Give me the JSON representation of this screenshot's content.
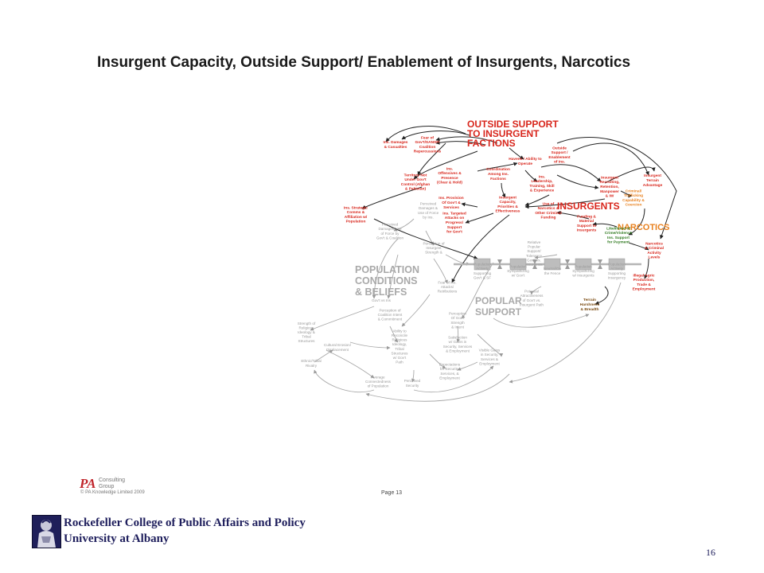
{
  "slide": {
    "title": "Insurgent Capacity, Outside Support/ Enablement of Insurgents, Narcotics",
    "number": "16"
  },
  "diagram": {
    "headers": {
      "outside_support": [
        "OUTSIDE SUPPORT",
        "TO INSURGENT",
        "FACTIONS"
      ],
      "insurgents": "INSURGENTS",
      "narcotics": "NARCOTICS",
      "population": [
        "POPULATION",
        "CONDITIONS",
        "& BELIEFS"
      ],
      "popular_support": [
        "POPULAR",
        "SUPPORT"
      ]
    },
    "red_nodes": [
      {
        "id": "ins_damages",
        "lines": [
          "Ins. Damages",
          "& Casualties"
        ]
      },
      {
        "id": "fear_govt",
        "lines": [
          "Fear of",
          "Gov't/SANSF/",
          "Coalition",
          "Repercussions"
        ]
      },
      {
        "id": "territory",
        "lines": [
          "Territory Not",
          "Under Gov't",
          "Control (Afghan",
          "& Pakistan)"
        ]
      },
      {
        "id": "offensives",
        "lines": [
          "Ins.",
          "Offensives &",
          "Presence",
          "(Clear & Hold)"
        ]
      },
      {
        "id": "havens",
        "lines": [
          "Havens / Ability to",
          "Operate"
        ]
      },
      {
        "id": "outside_enablement",
        "lines": [
          "Outside",
          "Support /",
          "Enablement",
          "of Ins."
        ]
      },
      {
        "id": "coordination",
        "lines": [
          "Coordination",
          "Among Ins.",
          "Factions"
        ]
      },
      {
        "id": "leadership",
        "lines": [
          "Ins.",
          "Leadership,",
          "Training, Skill",
          "& Experience"
        ]
      },
      {
        "id": "recruiting",
        "lines": [
          "Insurgent",
          "Recruiting,",
          "Retention,",
          "Manpower",
          "& IW"
        ]
      },
      {
        "id": "terrain_adv",
        "lines": [
          "Insurgent",
          "Terrain",
          "Advantage"
        ]
      },
      {
        "id": "strategic_comm",
        "lines": [
          "Ins. Strategic",
          "Comms &",
          "Affiliation w/",
          "Population"
        ]
      },
      {
        "id": "provision",
        "lines": [
          "Ins. Provision",
          "Of Gov't &",
          "Services"
        ]
      },
      {
        "id": "capacity",
        "lines": [
          "Insurgent",
          "Capacity,",
          "Priorities &",
          "Effectiveness"
        ]
      },
      {
        "id": "narcotics_criminal",
        "lines": [
          "Use of",
          "Narcotics &",
          "Other Criminal",
          "Funding"
        ]
      },
      {
        "id": "targeted_attacks",
        "lines": [
          "Ins. Targeted",
          "Attacks on",
          "Progress/",
          "Support",
          "for Gov't"
        ]
      },
      {
        "id": "funding",
        "lines": [
          "Funding &",
          "Material",
          "Support to",
          "Insurgents"
        ]
      },
      {
        "id": "narcotics_activity",
        "lines": [
          "Narcotics",
          "& Criminal",
          "Activity",
          "Levels"
        ]
      },
      {
        "id": "illegal_agric",
        "lines": [
          "Illegal Agric",
          "Production,",
          "Trade &",
          "Employment"
        ]
      }
    ],
    "orange_nodes": [
      {
        "id": "criminal_trafficking",
        "lines": [
          "Criminal/",
          "Trafficking",
          "Capability &",
          "Coercion"
        ]
      }
    ],
    "green_nodes": [
      {
        "id": "likelihood_crime",
        "lines": [
          "Likelihood of",
          "Crime/Violence",
          "Ins. Support",
          "for Payment"
        ]
      }
    ],
    "brown_nodes": [
      {
        "id": "terrain_harshness",
        "lines": [
          "Terrain",
          "Harshness",
          "& Breadth"
        ]
      }
    ],
    "gray_nodes": [
      {
        "id": "perceived_damages",
        "lines": [
          "Perceived",
          "Damages &",
          "Use of Force",
          "by Ins."
        ]
      },
      {
        "id": "perceived_use_force",
        "lines": [
          "Perceived",
          "Damages/Use",
          "of Force by",
          "Gov't & Coalition"
        ]
      },
      {
        "id": "perception_strength",
        "lines": [
          "Perception of",
          "Insurgent",
          "Strength &"
        ]
      },
      {
        "id": "fear_ins_attacks",
        "lines": [
          "Fear of Ins.",
          "Attacks/",
          "Retributions"
        ]
      },
      {
        "id": "govt_vs_ins",
        "lines": [
          "Gov't vs Ins"
        ]
      },
      {
        "id": "perception_coalition",
        "lines": [
          "Perception of",
          "Coalition Intent",
          "& Commitment"
        ]
      },
      {
        "id": "perception_govt_strength",
        "lines": [
          "Perception",
          "Of Gov't",
          "Strength",
          "& Intent"
        ]
      },
      {
        "id": "relative_popular",
        "lines": [
          "Relative",
          "Popular",
          "Support/",
          "Tolerance",
          "Gov't vs.",
          "Insurgents"
        ]
      },
      {
        "id": "religious_ideology",
        "lines": [
          "Strength of",
          "Religious",
          "Ideology &",
          "Tribal",
          "Structures"
        ]
      },
      {
        "id": "cultural_erosion",
        "lines": [
          "Cultural Erosion/",
          "Displacement"
        ]
      },
      {
        "id": "ethnic_tribal",
        "lines": [
          "Ethnic/Tribal",
          "Rivalry"
        ]
      },
      {
        "id": "ability_reconcile",
        "lines": [
          "Ability to",
          "Reconcile",
          "Religious",
          "Ideology,",
          "Tribal",
          "Structures",
          "w/ Gov't",
          "Path"
        ]
      },
      {
        "id": "satisfaction_gains",
        "lines": [
          "Satisfaction",
          "w/ Gains in",
          "Security, Services",
          "& Employment"
        ]
      },
      {
        "id": "visible_gains",
        "lines": [
          "Visible Gains",
          "in Security,",
          "Services &",
          "Employment"
        ]
      },
      {
        "id": "expectations",
        "lines": [
          "Expectations",
          "for Security,",
          "Services, &",
          "Employment"
        ]
      },
      {
        "id": "avg_connectedness",
        "lines": [
          "Average",
          "Connectedness",
          "of Population"
        ]
      },
      {
        "id": "perceived_security",
        "lines": [
          "Perceived",
          "Security"
        ]
      },
      {
        "id": "potential_attractiveness",
        "lines": [
          "Potential",
          "Attractiveness",
          "of Gov't vs.",
          "Insurgent Path"
        ]
      },
      {
        "id": "pop_active_govt",
        "lines": [
          "Population",
          "Actively",
          "Supporting",
          "Gov't & SF"
        ]
      },
      {
        "id": "pop_sympathizing_govt",
        "lines": [
          "Population",
          "Sympathizing",
          "w/ Gov't"
        ]
      },
      {
        "id": "neutral",
        "lines": [
          "Neutral/On",
          "the Fence"
        ]
      },
      {
        "id": "pop_sympathizing_ins",
        "lines": [
          "Population",
          "Sympathizing",
          "w/ Insurgents"
        ]
      },
      {
        "id": "pop_active_ins",
        "lines": [
          "Population",
          "Actively",
          "Supporting",
          "Insurgency"
        ]
      }
    ]
  },
  "source": {
    "logo": "PA",
    "company_lines": [
      "Consulting",
      "Group"
    ],
    "copyright": "© PA Knowledge Limited 2009",
    "page_label": "Page 13"
  },
  "footer": {
    "line1": "Rockefeller College of Public Affairs and Policy",
    "line2": "University at Albany"
  },
  "colors": {
    "red": "#d8261c",
    "gray": "#a9a9a9",
    "orange": "#e8801e",
    "green": "#2f7a1f",
    "brown": "#7a4a10",
    "footer_navy": "#1e1e5c"
  }
}
